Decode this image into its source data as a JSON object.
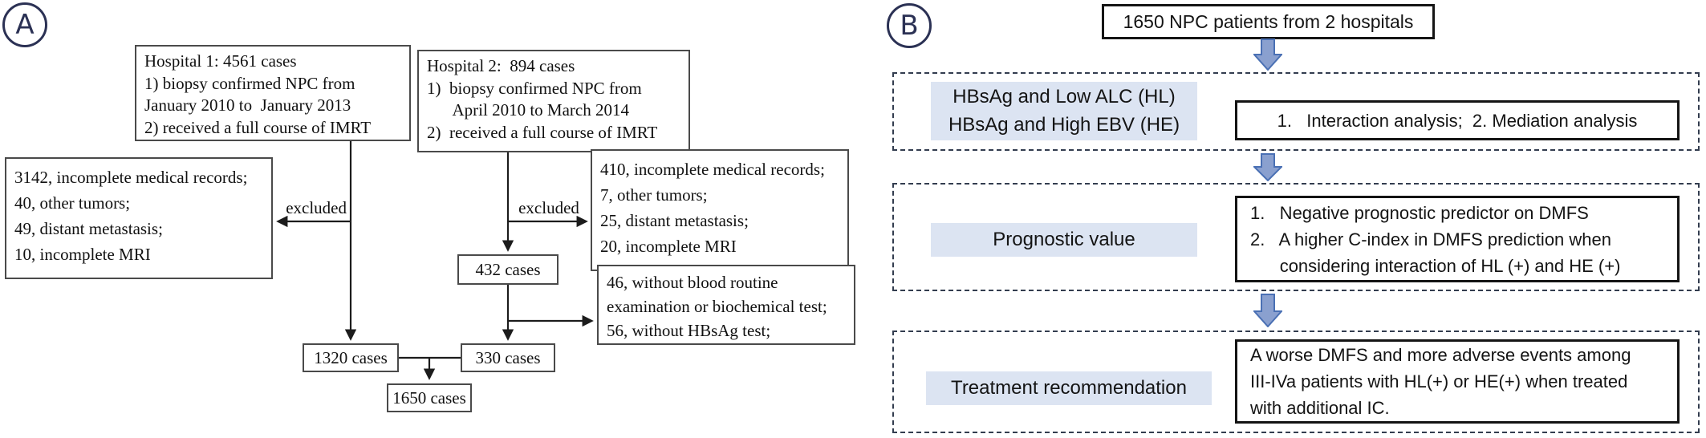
{
  "figure": {
    "panel_a": {
      "label": "A",
      "hospital1": "Hospital 1: 4561 cases\n1) biopsy confirmed NPC from\nJanuary 2010 to  January 2013\n2) received a full course of IMRT",
      "hospital2": "Hospital 2:  894 cases\n1)  biopsy confirmed NPC from\n      April 2010 to March 2014\n2)  received a full course of IMRT",
      "excluded_left": "3142, incomplete medical records;\n40, other tumors;\n49, distant metastasis;\n10, incomplete MRI",
      "excluded_right": "410, incomplete medical records;\n7, other tumors;\n25, distant metastasis;\n20, incomplete MRI",
      "excluded_label_left": "excluded",
      "excluded_label_right": "excluded",
      "cases_432": "432 cases",
      "no_blood_test": "46, without blood routine\nexamination or biochemical test;\n56, without HBsAg test;",
      "cases_1320": "1320 cases",
      "cases_330": "330 cases",
      "cases_1650": "1650 cases"
    },
    "panel_b": {
      "label": "B",
      "top_box": "1650 NPC patients from 2 hospitals",
      "rows": [
        {
          "category": "HBsAg and Low ALC (HL)\nHBsAg and High EBV (HE)",
          "result": "1.   Interaction analysis;  2. Mediation analysis"
        },
        {
          "category": "Prognostic value",
          "result": "1.   Negative prognostic predictor on DMFS\n2.   A higher C-index in DMFS prediction when\n      considering interaction of HL (+) and HE (+)"
        },
        {
          "category": "Treatment recommendation",
          "result": "A worse DMFS and more adverse events among\nIII-IVa patients with HL(+) or HE(+) when treated\nwith additional IC."
        }
      ]
    },
    "colors": {
      "accent_navy": "#2b3154",
      "dash_border": "#333d4f",
      "category_fill": "#dce4f2",
      "arrow_fill": "#8aa0cf",
      "arrow_stroke": "#4a70b4",
      "line_black": "#1c1c1c"
    }
  }
}
